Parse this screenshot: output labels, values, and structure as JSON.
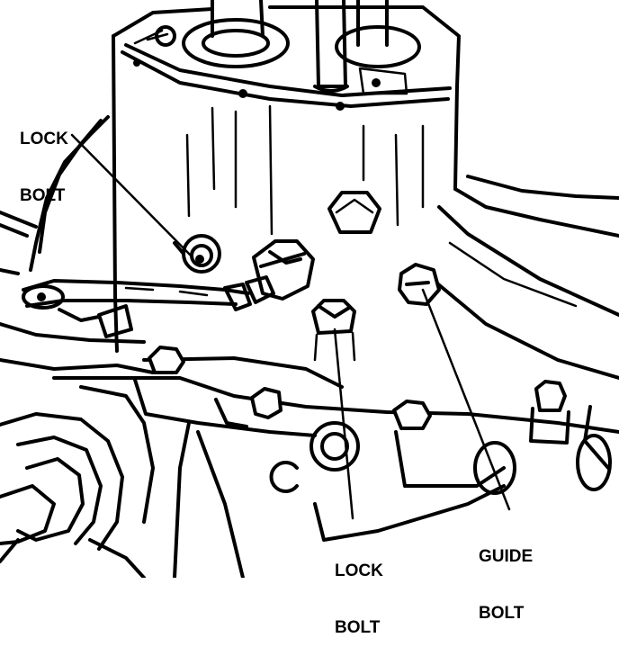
{
  "labels": {
    "lock_bolt_top_line1": "LOCK",
    "lock_bolt_top_line2": "BOLT",
    "lock_bolt_bottom_line1": "LOCK",
    "lock_bolt_bottom_line2": "BOLT",
    "guide_bolt_line1": "GUIDE",
    "guide_bolt_line2": "BOLT"
  },
  "colors": {
    "ink": "#000000",
    "paper": "#ffffff"
  }
}
